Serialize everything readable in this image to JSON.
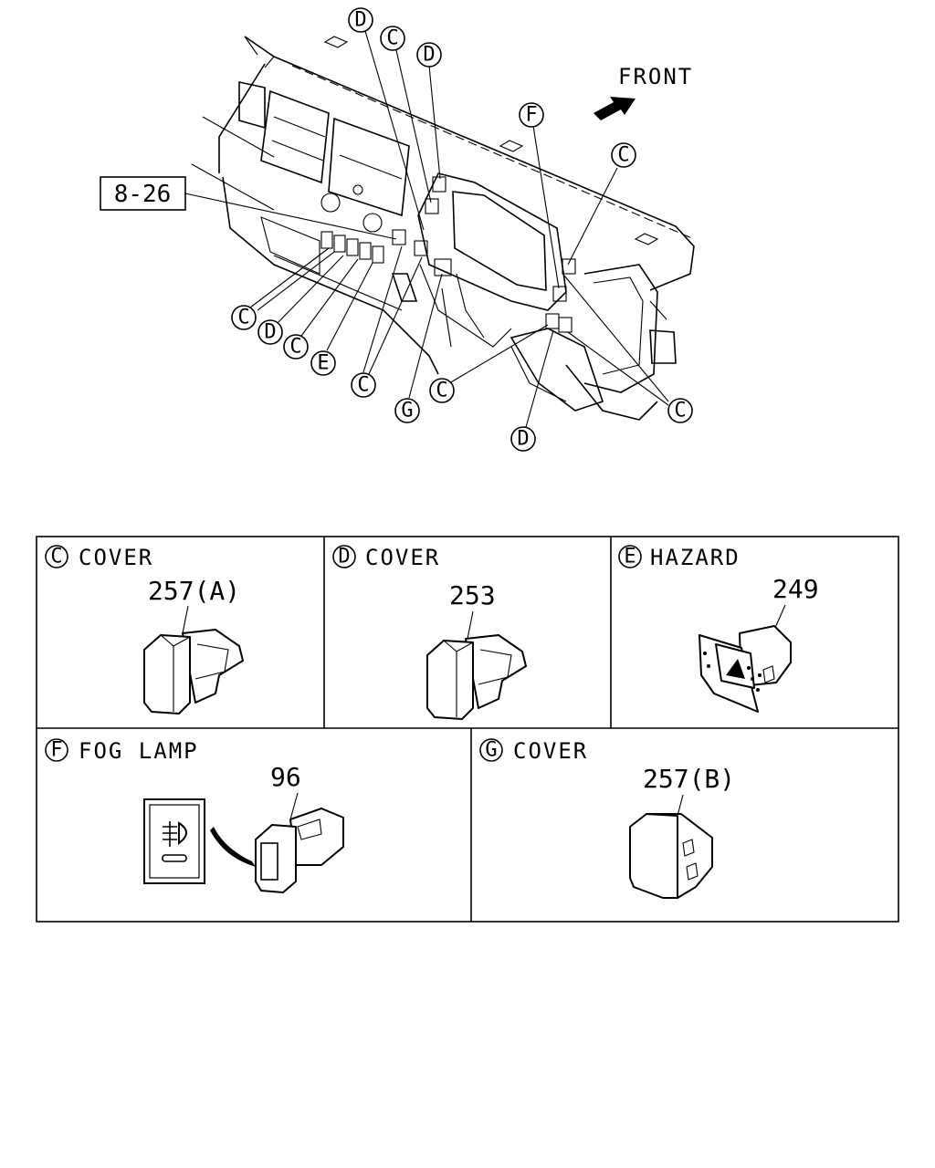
{
  "figure_ref": "8-26",
  "front_label": "FRONT",
  "callouts": {
    "top_d1": "D",
    "top_c1": "C",
    "top_d2": "D",
    "f_top": "F",
    "c_right_top": "C",
    "bl_c": "C",
    "bl_d": "D",
    "bl_c2": "C",
    "bl_e": "E",
    "bottom_c": "C",
    "bottom_g": "G",
    "right_c_low": "C",
    "right_c_big": "C",
    "right_d": "D"
  },
  "panels": {
    "cover_c": {
      "letter": "C",
      "name": "COVER",
      "part": "257(A)"
    },
    "cover_d": {
      "letter": "D",
      "name": "COVER",
      "part": "253"
    },
    "hazard_e": {
      "letter": "E",
      "name": "HAZARD",
      "part": "249"
    },
    "foglamp_f": {
      "letter": "F",
      "name": "FOG LAMP",
      "part": "96"
    },
    "cover_g": {
      "letter": "G",
      "name": "COVER",
      "part": "257(B)"
    }
  }
}
